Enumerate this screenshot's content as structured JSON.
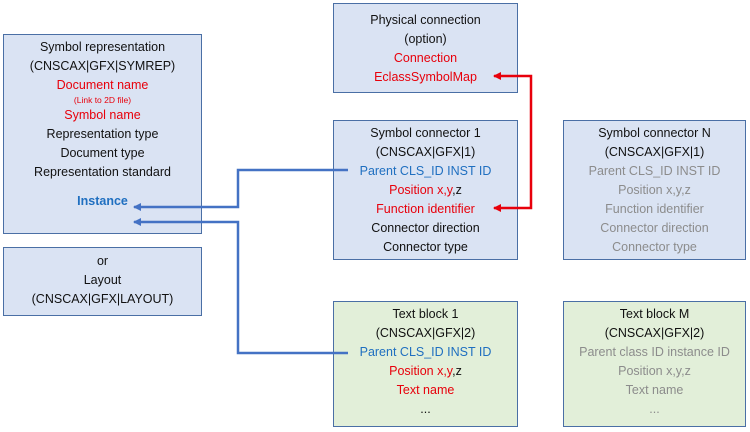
{
  "symrep": {
    "title": "Symbol representation",
    "code": "(CNSCAX|GFX|SYMREP)",
    "document_name": "Document name",
    "link_note": "(Link to 2D file)",
    "symbol_name": "Symbol name",
    "representation_type": "Representation type",
    "document_type": "Document type",
    "representation_standard": "Representation standard",
    "instance": "Instance"
  },
  "layout": {
    "or": "or",
    "title": "Layout",
    "code": "(CNSCAX|GFX|LAYOUT)"
  },
  "physical": {
    "title": "Physical connection",
    "option": "(option)",
    "connection": "Connection",
    "map": "EclassSymbolMap"
  },
  "connector1": {
    "title": "Symbol connector 1",
    "code": "(CNSCAX|GFX|1)",
    "parent": "Parent CLS_ID INST ID",
    "position_red": "Position x,y",
    "position_black": ",z",
    "function": "Function identifier",
    "direction": "Connector direction",
    "type": "Connector type"
  },
  "connectorN": {
    "title": "Symbol connector N",
    "code": "(CNSCAX|GFX|1)",
    "parent": "Parent CLS_ID INST ID",
    "position": "Position x,y,z",
    "function": "Function identifier",
    "direction": "Connector direction",
    "type": "Connector type"
  },
  "text1": {
    "title": "Text block 1",
    "code": "(CNSCAX|GFX|2)",
    "parent": "Parent CLS_ID INST ID",
    "position_red": "Position x,y",
    "position_black": ",z",
    "text_name": "Text name",
    "more": "..."
  },
  "textM": {
    "title": "Text block M",
    "code": "(CNSCAX|GFX|2)",
    "parent": "Parent class ID instance ID",
    "position": "Position x,y,z",
    "text_name": "Text name",
    "more": "..."
  },
  "colors": {
    "box_blue": "#dae3f3",
    "box_green": "#e2efd9",
    "border": "#4a6fa5",
    "red_text": "#e8000b",
    "link_blue": "#1f6fc0",
    "gray_text": "#8c8c8c",
    "arrow_blue": "#4472c4",
    "arrow_red": "#e8000b"
  }
}
